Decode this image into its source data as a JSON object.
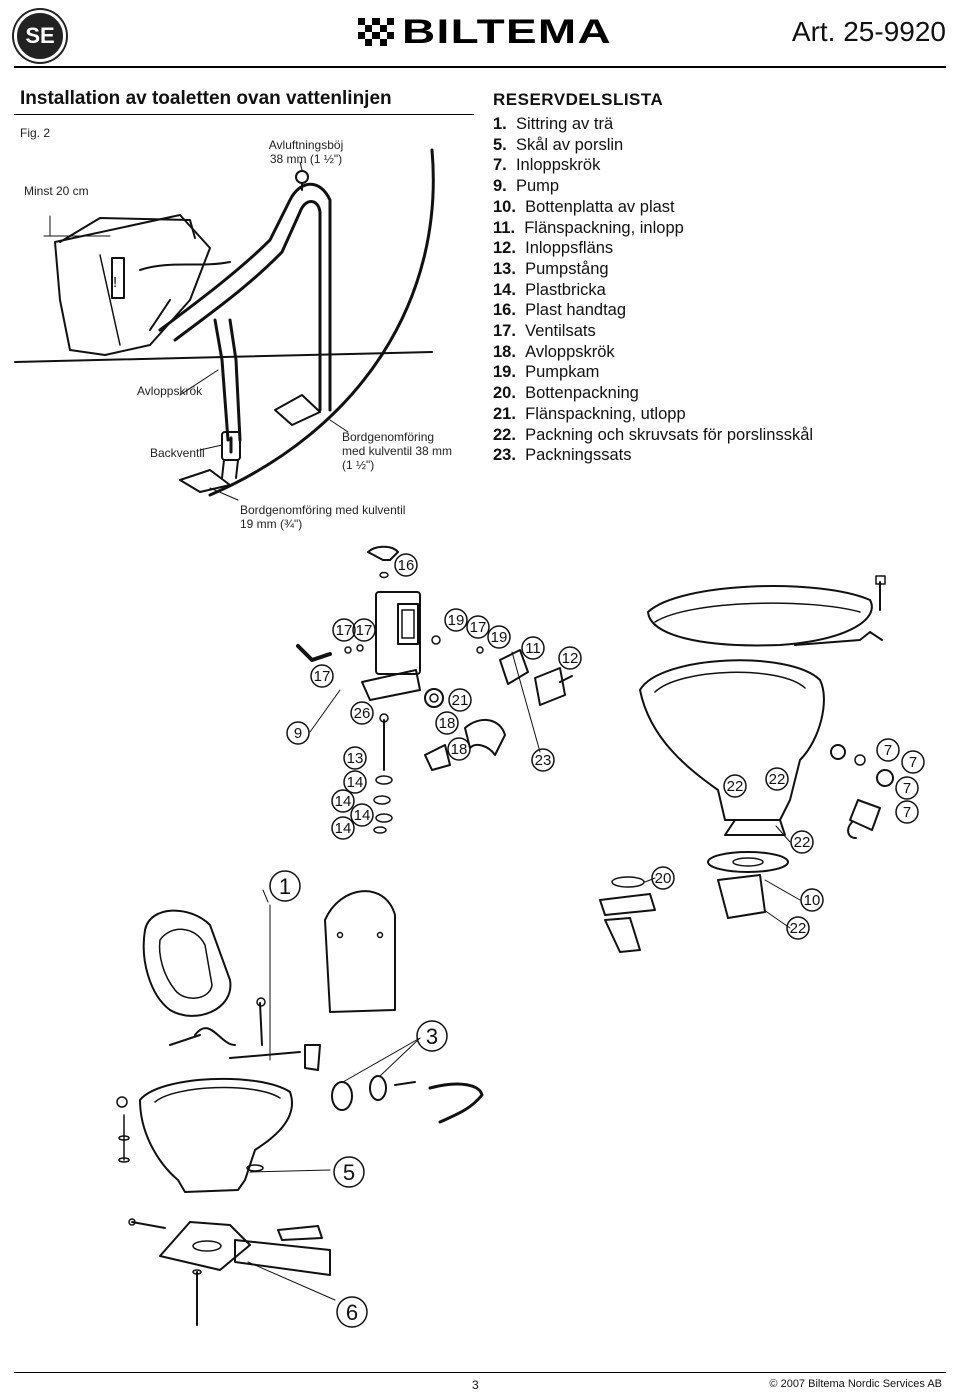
{
  "header": {
    "lang_badge": "SE",
    "brand": "BILTEMA",
    "article": "Art. 25-9920"
  },
  "section": {
    "title": "Installation av toaletten ovan vattenlinjen"
  },
  "figure": {
    "label": "Fig. 2",
    "callouts": {
      "min_height": "Minst 20 cm",
      "vent_loop_line1": "Avluftningsböj",
      "vent_loop_line2": "38 mm (1 ½\")",
      "outlet_elbow": "Avloppskrök",
      "check_valve": "Backventil",
      "thru_hull_large_line1": "Bordgenomföring",
      "thru_hull_large_line2": "med kulventil 38 mm",
      "thru_hull_large_line3": "(1 ½\")",
      "thru_hull_small_line1": "Bordgenomföring med kulventil",
      "thru_hull_small_line2": "19 mm (¾\")"
    }
  },
  "parts_list": {
    "title": "RESERVDELSLISTA",
    "items": [
      {
        "no": "1.",
        "name": "Sittring av trä"
      },
      {
        "no": "5.",
        "name": "Skål av porslin"
      },
      {
        "no": "7.",
        "name": "Inloppskrök"
      },
      {
        "no": "9.",
        "name": "Pump"
      },
      {
        "no": "10.",
        "name": "Bottenplatta av plast"
      },
      {
        "no": "11.",
        "name": "Flänspackning, inlopp"
      },
      {
        "no": "12.",
        "name": "Inloppsfläns"
      },
      {
        "no": "13.",
        "name": "Pumpstång"
      },
      {
        "no": "14.",
        "name": "Plastbricka"
      },
      {
        "no": "16.",
        "name": "Plast handtag"
      },
      {
        "no": "17.",
        "name": "Ventilsats"
      },
      {
        "no": "18.",
        "name": "Avloppskrök"
      },
      {
        "no": "19.",
        "name": "Pumpkam"
      },
      {
        "no": "20.",
        "name": "Bottenpackning"
      },
      {
        "no": "21.",
        "name": "Flänspackning, utlopp"
      },
      {
        "no": "22.",
        "name": "Packning och skruvsats för porslinsskål"
      },
      {
        "no": "23.",
        "name": "Packningssats"
      }
    ]
  },
  "diagram_numbers": {
    "n16": "16",
    "n17": "17",
    "n19": "19",
    "n11": "11",
    "n12": "12",
    "n9": "9",
    "n26": "26",
    "n21": "21",
    "n18": "18",
    "n13": "13",
    "n14": "14",
    "n23": "23",
    "n7": "7",
    "n22": "22",
    "n20": "20",
    "n10": "10",
    "n1": "1",
    "n3": "3",
    "n5": "5",
    "n6": "6"
  },
  "footer": {
    "page": "3",
    "copyright": "© 2007 Biltema Nordic Services AB"
  }
}
